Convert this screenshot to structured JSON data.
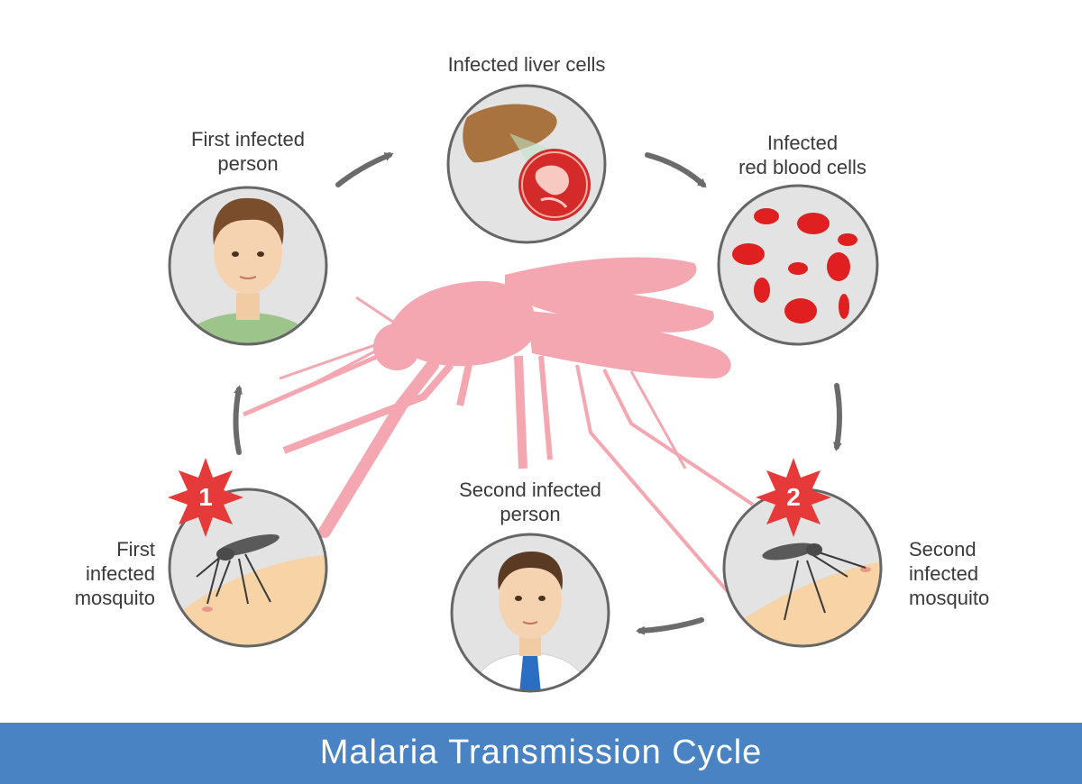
{
  "title": "Malaria Transmission Cycle",
  "stages": [
    {
      "id": "first-infected-mosquito",
      "label": "First\ninfected\nmosquito",
      "step_number": "1"
    },
    {
      "id": "first-infected-person",
      "label": "First infected\nperson"
    },
    {
      "id": "infected-liver-cells",
      "label": "Infected liver cells"
    },
    {
      "id": "infected-red-blood-cells",
      "label": "Infected\nred blood cells"
    },
    {
      "id": "second-infected-mosquito",
      "label": "Second\ninfected\nmosquito",
      "step_number": "2"
    },
    {
      "id": "second-infected-person",
      "label": "Second infected\nperson"
    }
  ],
  "colors": {
    "banner": "#4a83c4",
    "mosquito_silhouette": "#f4a7b0",
    "circle_fill": "#e3e3e3",
    "circle_border": "#666666",
    "badge": "#e63a3a",
    "arrow": "#6b6b6b"
  }
}
